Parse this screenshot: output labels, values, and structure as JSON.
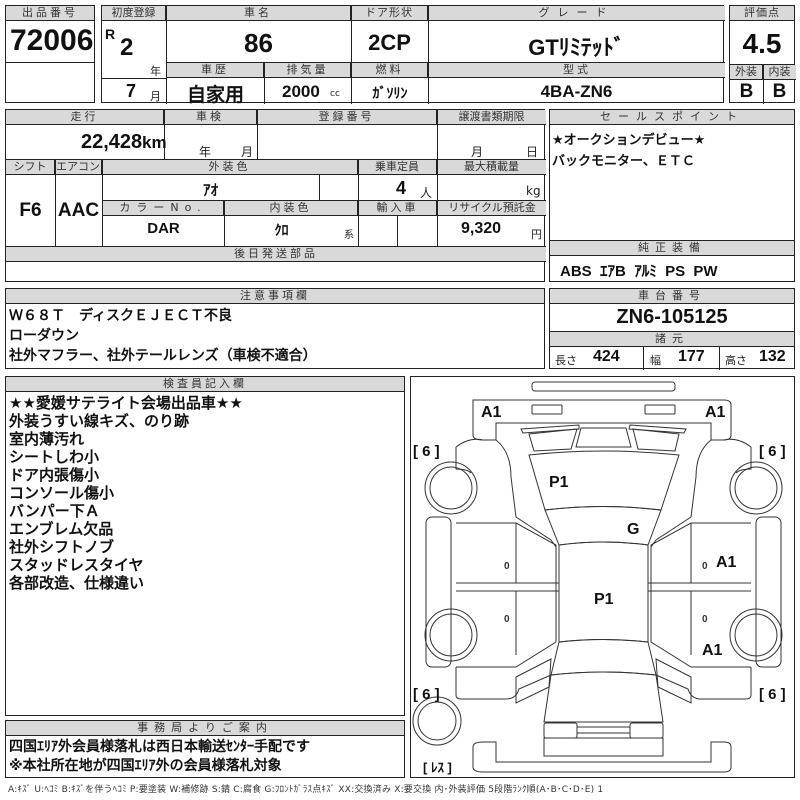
{
  "lot": {
    "label": "出品番号",
    "value": "72006"
  },
  "first_registration": {
    "label": "初度登録",
    "era": "R",
    "year": "2",
    "year_unit": "年",
    "month": "7",
    "month_unit": "月"
  },
  "car_name": {
    "label": "車名",
    "value": "86"
  },
  "history": {
    "label": "車歴",
    "value": "自家用"
  },
  "displacement": {
    "label": "排気量",
    "value": "2000",
    "unit": "cc"
  },
  "doors": {
    "label": "ドア形状",
    "value": "2CP"
  },
  "fuel": {
    "label": "燃料",
    "value": "ｶﾞｿﾘﾝ"
  },
  "grade": {
    "label": "グレード",
    "value": "GTﾘﾐﾃｯﾄﾞ"
  },
  "model_code": {
    "label": "型式",
    "value": "4BA-ZN6"
  },
  "score": {
    "label": "評価点",
    "value": "4.5",
    "exterior_label": "外装",
    "exterior": "B",
    "interior_label": "内装",
    "interior": "B"
  },
  "mileage": {
    "label": "走行",
    "value": "22,428",
    "unit": "km"
  },
  "inspection": {
    "label": "車検",
    "year_unit": "年",
    "month_unit": "月"
  },
  "registration_no": {
    "label": "登録番号",
    "value": ""
  },
  "transfer_deadline": {
    "label": "譲渡書類期限",
    "month_unit": "月",
    "day_unit": "日"
  },
  "shift": {
    "label": "シフト",
    "value": "F6"
  },
  "aircon": {
    "label": "エアコン",
    "value": "AAC"
  },
  "exterior_color": {
    "label": "外装色",
    "value": "ｱｵ"
  },
  "capacity": {
    "label": "乗車定員",
    "value": "4",
    "unit": "人"
  },
  "max_load": {
    "label": "最大積載量",
    "unit": "kg"
  },
  "color_no": {
    "label": "カラーNo.",
    "value": "DAR"
  },
  "interior_color": {
    "label": "内装色",
    "value": "ｸﾛ",
    "suffix": "系"
  },
  "import": {
    "label": "輸入車"
  },
  "recycle": {
    "label": "リサイクル預託金",
    "value": "9,320",
    "unit": "円"
  },
  "later_parts": {
    "label": "後日発送部品",
    "value": ""
  },
  "sales_points": {
    "label": "セールスポイント",
    "lines": [
      "★オークションデビュー★",
      "バックモニター、ＥＴＣ"
    ]
  },
  "equipment": {
    "label": "純正装備",
    "items": [
      "ABS",
      "ｴｱB",
      "ｱﾙﾐ",
      "PS",
      "PW"
    ]
  },
  "notes": {
    "label": "注意事項欄",
    "lines": [
      "Ｗ６８Ｔ　ディスクＥＪＥＣＴ不良",
      "ローダウン",
      "社外マフラー、社外テールレンズ（車検不適合）"
    ]
  },
  "chassis": {
    "label": "車台番号",
    "value": "ZN6-105125"
  },
  "dimensions": {
    "label": "諸元",
    "length_label": "長さ",
    "length": "424",
    "width_label": "幅",
    "width": "177",
    "height_label": "高さ",
    "height": "132"
  },
  "inspector": {
    "label": "検査員記入欄",
    "lines": [
      "★★愛媛サテライト会場出品車★★",
      "外装うすい線キズ、のり跡",
      "室内薄汚れ",
      "シートしわ小",
      "ドア内張傷小",
      "コンソール傷小",
      "バンパー下Ａ",
      "エンブレム欠品",
      "社外シフトノブ",
      "スタッドレスタイヤ",
      "各部改造、仕様違い"
    ]
  },
  "office": {
    "label": "事務局よりご案内",
    "lines": [
      "四国ｴﾘｱ外会員様落札は西日本輸送ｾﾝﾀｰ手配です",
      "※本社所在地が四国ｴﾘｱ外の会員様落札対象"
    ]
  },
  "diagram": {
    "marks": {
      "front_left": "A1",
      "front_right": "A1",
      "hood": "P1",
      "windshield": "G",
      "roof": "P1",
      "right_door": "A1",
      "right_rear": "A1"
    },
    "tires": {
      "front_left": "[ 6 ]",
      "front_right": "[ 6 ]",
      "rear_left": "[ 6 ]",
      "rear_right": "[ 6 ]",
      "spare": "[ ﾚｽ ]"
    },
    "door_handles": "0"
  },
  "legend": "A:ｷｽﾞ  U:ﾍｺﾐ  B:ｷｽﾞを伴うﾍｺﾐ  P:要塗装  W:補修跡  S:錆  C:腐食  G:ﾌﾛﾝﾄｶﾞﾗｽ点ｷｽﾞ  XX:交換済み  X:要交換   内･外装評価  5段階ﾗﾝｸ順(A･B･C･D･E) 1"
}
